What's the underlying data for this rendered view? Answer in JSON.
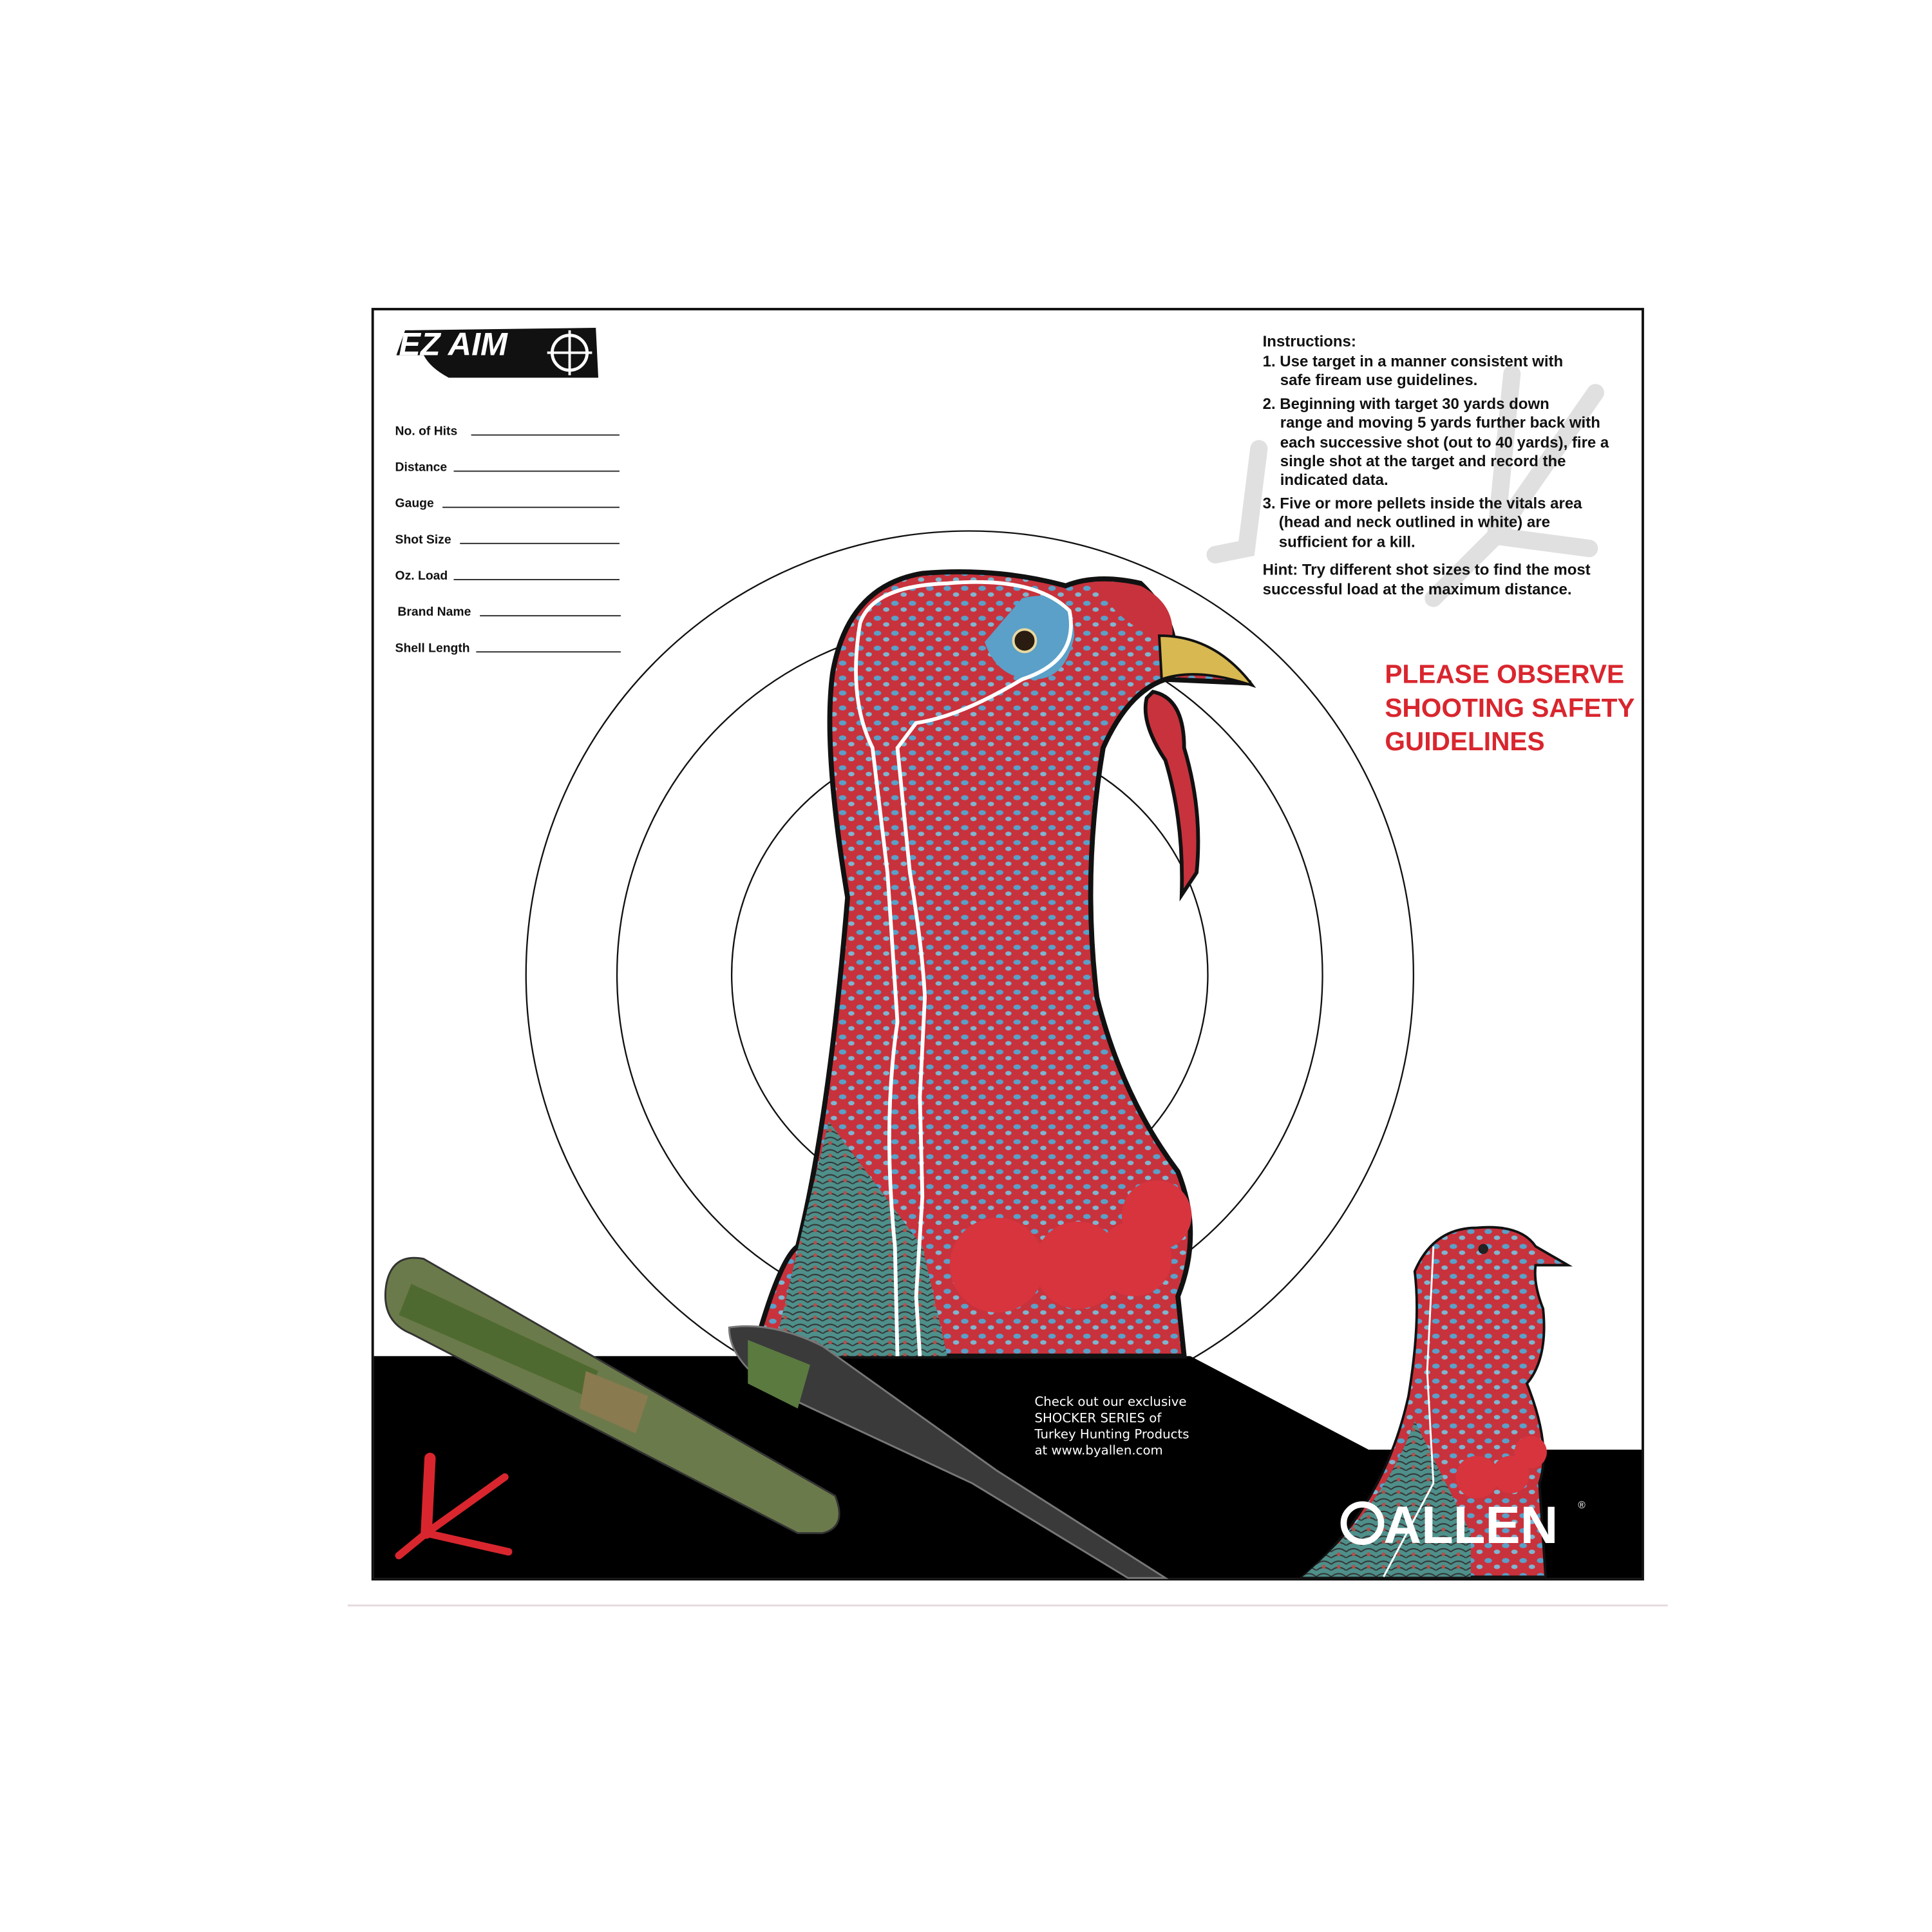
{
  "brand_logo": "EZ AIM",
  "form_fields": [
    {
      "label": "No. of Hits",
      "value": ""
    },
    {
      "label": "Distance",
      "value": ""
    },
    {
      "label": "Gauge",
      "value": ""
    },
    {
      "label": "Shot Size",
      "value": ""
    },
    {
      "label": "Oz. Load",
      "value": ""
    },
    {
      "label": "Brand Name",
      "value": ""
    },
    {
      "label": "Shell Length",
      "value": ""
    }
  ],
  "instructions": {
    "heading": "Instructions:",
    "lines": [
      "1. Use target in a manner consistent with",
      "safe fiream use guidelines.",
      "2. Beginning with target 30 yards down",
      "range and moving 5 yards further back with",
      "each successive shot (out to 40 yards), fire a",
      "single shot at the target and record the",
      "indicated data.",
      "3. Five or more pellets inside the vitals area",
      "(head and neck outlined in white) are",
      "sufficient for a kill."
    ],
    "hint": [
      "Hint: Try different shot sizes to find the most",
      "successful load at the maximum distance."
    ]
  },
  "safety_notice": [
    "PLEASE OBSERVE",
    "SHOOTING SAFETY",
    "GUIDELINES"
  ],
  "promo": [
    "Check out our exclusive",
    "SHOCKER SERIES of",
    "Turkey Hunting Products",
    "at www.byallen.com"
  ],
  "footer_logo": "ALLEN",
  "footer_logo_mark": "®",
  "colors": {
    "accent_red": "#d9262e",
    "band": "#000000",
    "turkey_red": "#c8323c",
    "turkey_blue": "#5aa0c8"
  }
}
